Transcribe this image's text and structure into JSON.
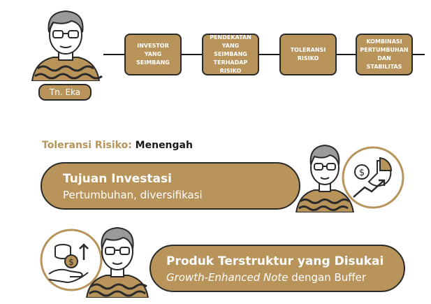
{
  "colors": {
    "accent": "#b8935a",
    "outline": "#2a2a2a",
    "text": "#1a1a1a"
  },
  "client": {
    "name": "Tn. Eka"
  },
  "flow": [
    "INVESTOR YANG\nSEIMBANG",
    "PENDEKATAN\nYANG SEIMBANG\nTERHADAP RISIKO",
    "TOLERANSI\nRISIKO",
    "KOMBINASI\nPERTUMBUHAN\nDAN STABILITAS"
  ],
  "risk": {
    "label": "Toleransi Risiko:",
    "value": "Menengah"
  },
  "goal": {
    "title": "Tujuan Investasi",
    "subtitle": "Pertumbuhan, diversifikasi"
  },
  "product": {
    "title": "Produk Terstruktur yang Disukai",
    "subtitle_italic": "Growth-Enhanced Note",
    "subtitle_rest": " dengan Buffer"
  },
  "icons": [
    "elderly-man-avatar",
    "coins-hand-icon",
    "dollar-pie-growth-icon"
  ]
}
